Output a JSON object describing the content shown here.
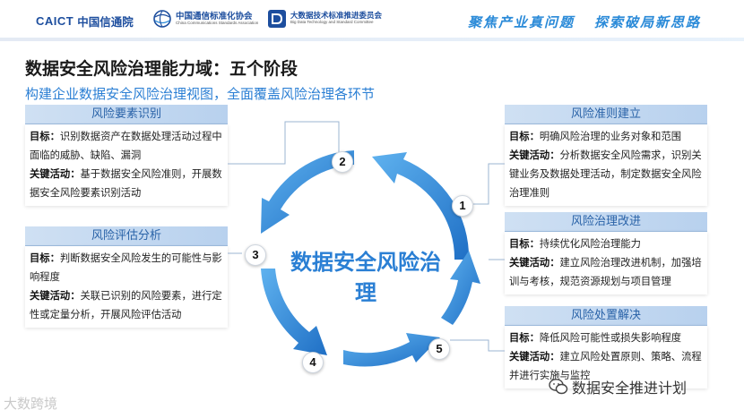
{
  "header": {
    "caict_mark": "CAICT",
    "caict_name": "中国信通院",
    "ccsa_name": "中国通信标准化协会",
    "ccsa_en": "China Communications Standards Association",
    "bdst_name": "大数据技术标准推进委员会",
    "bdst_en": "Big Data Technology and Standard Committee",
    "slogan_1": "聚焦产业真问题",
    "slogan_2": "探索破局新思路"
  },
  "title": "数据安全风险治理能力域：五个阶段",
  "subtitle": "构建企业数据安全风险治理视图，全面覆盖风险治理各环节",
  "center": {
    "line1": "数据安全风险治",
    "line2": "理"
  },
  "steps": [
    "1",
    "2",
    "3",
    "4",
    "5"
  ],
  "stages": [
    {
      "name": "风险要素识别",
      "goal_label": "目标：",
      "goal": "识别数据资产在数据处理活动过程中面临的威胁、缺陷、漏洞",
      "activity_label": "关键活动：",
      "activity": "基于数据安全风险准则，开展数据安全风险要素识别活动"
    },
    {
      "name": "风险评估分析",
      "goal_label": "目标：",
      "goal": "判断数据安全风险发生的可能性与影响程度",
      "activity_label": "关键活动：",
      "activity": "关联已识别的风险要素，进行定性或定量分析，开展风险评估活动"
    },
    {
      "name": "风险准则建立",
      "goal_label": "目标：",
      "goal": "明确风险治理的业务对象和范围",
      "activity_label": "关键活动：",
      "activity": "分析数据安全风险需求，识别关键业务及数据处理活动，制定数据安全风险治理准则"
    },
    {
      "name": "风险治理改进",
      "goal_label": "目标：",
      "goal": "持续优化风险治理能力",
      "activity_label": "关键活动：",
      "activity": "建立风险治理改进机制，加强培训与考核，规范资源规划与项目管理"
    },
    {
      "name": "风险处置解决",
      "goal_label": "目标：",
      "goal": "降低风险可能性或损失影响程度",
      "activity_label": "关键活动：",
      "activity": "建立风险处置原则、策略、流程并进行实施与监控"
    }
  ],
  "watermark_left": "大数跨境",
  "watermark_right": "数据安全推进计划",
  "colors": {
    "brand_blue": "#1d4e9e",
    "accent_blue": "#2a7fd4",
    "head_bg": "#c4d8f0"
  },
  "icons": {
    "ccsa": "globe-icon",
    "bdst": "bigdata-logo-icon",
    "wechat": "wechat-icon"
  }
}
